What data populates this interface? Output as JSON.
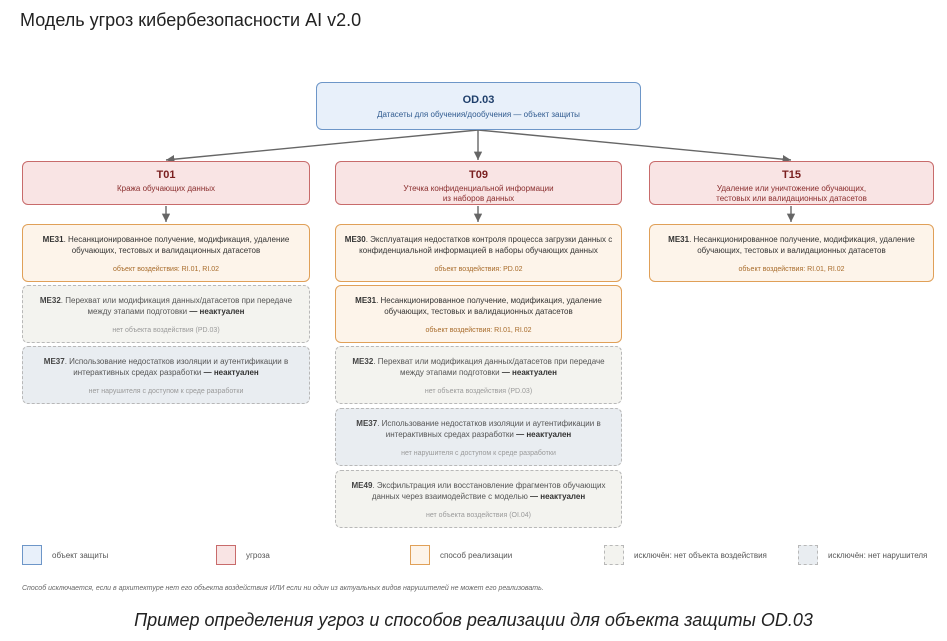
{
  "title": "Модель угроз кибербезопасности AI v2.0",
  "root": {
    "code": "OD.03",
    "subtitle": "Датасеты для обучения/дообучения — объект защиты"
  },
  "threats": [
    {
      "code": "T01",
      "name": "Кража обучающих данных",
      "methods": [
        {
          "code": "ME31",
          "text": ". Несанкционированное получение, модификация, удаление обучающих, тестовых и валидационных датасетов",
          "foot": "объект воздействия: RI.01, RI.02",
          "status": "active"
        },
        {
          "code": "ME32",
          "text": ". Перехват или модификация данных/датасетов при передаче между этапами подготовки",
          "suffix": "— неактуален",
          "foot": "нет объекта воздействия (PD.03)",
          "status": "excluded-object"
        },
        {
          "code": "ME37",
          "text": ". Использование недостатков изоляции и аутентификации в интерактивных средах разработки",
          "suffix": "— неактуален",
          "foot": "нет нарушителя с доступом к среде разработки",
          "status": "excluded-violator"
        }
      ]
    },
    {
      "code": "T09",
      "name_line1": "Утечка конфиденциальной информации",
      "name_line2": "из наборов данных",
      "methods": [
        {
          "code": "ME30",
          "text": ". Эксплуатация недостатков контроля процесса загрузки данных с конфиденциальной информацией в наборы обучающих данных",
          "foot": "объект воздействия: PD.02",
          "status": "active"
        },
        {
          "code": "ME31",
          "text": ". Несанкционированное получение, модификация, удаление обучающих, тестовых и валидационных датасетов",
          "foot": "объект воздействия: RI.01, RI.02",
          "status": "active"
        },
        {
          "code": "ME32",
          "text": ". Перехват или модификация данных/датасетов при передаче между этапами подготовки",
          "suffix": "— неактуален",
          "foot": "нет объекта воздействия (PD.03)",
          "status": "excluded-object"
        },
        {
          "code": "ME37",
          "text": ". Использование недостатков изоляции и аутентификации в интерактивных средах разработки",
          "suffix": "— неактуален",
          "foot": "нет нарушителя с доступом к среде разработки",
          "status": "excluded-violator"
        },
        {
          "code": "ME49",
          "text": ". Эксфильтрация или восстановление фрагментов обучающих данных через взаимодействие с моделью",
          "suffix": " — неактуален",
          "foot": "нет объекта воздействия (OI.04)",
          "status": "excluded-object"
        }
      ]
    },
    {
      "code": "T15",
      "name_line1": "Удаление или уничтожение обучающих,",
      "name_line2": "тестовых или валидационных датасетов",
      "methods": [
        {
          "code": "ME31",
          "text": ". Несанкционированное получение, модификация, удаление обучающих, тестовых и валидационных датасетов",
          "foot": "объект воздействия: RI.01, RI.02",
          "status": "active"
        }
      ]
    }
  ],
  "legend": {
    "protect": "объект защиты",
    "threat": "угроза",
    "method": "способ реализации",
    "excl_object": "исключён: нет объекта воздействия",
    "excl_violator": "исключён: нет нарушителя"
  },
  "note": "Способ исключается, если в архитектуре нет его объекта воздействия ИЛИ если ни один из актуальных видов нарушителей не может его реализовать.",
  "caption": "Пример определения угроз и способов реализации для объекта защиты OD.03",
  "colors": {
    "protect_fill": "#e8f0fa",
    "protect_border": "#6d96c8",
    "threat_fill": "#f9e4e4",
    "threat_border": "#c86b6b",
    "method_fill": "#fdf4ea",
    "method_border": "#e0a058",
    "excl_object_fill": "#f3f3ef",
    "excl_violator_fill": "#e9edf1",
    "line": "#666666"
  }
}
